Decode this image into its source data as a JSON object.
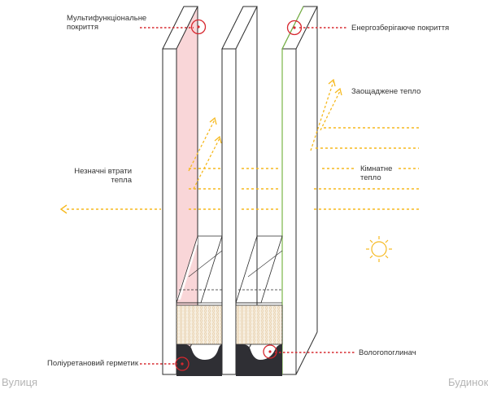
{
  "labels": {
    "multifunctional_coating": "Мультифункціональне\nпокриття",
    "energy_saving_coating": "Енергозберігаюче покриття",
    "saved_heat": "Заощаджене тепло",
    "minor_heat_loss": "Незначні втрати\nтепла",
    "room_heat": "Кімнатне тепло",
    "polyurethane_sealant": "Поліуретановий герметик",
    "desiccant": "Вологопоглинач"
  },
  "sides": {
    "outside": "Вулиця",
    "inside": "Будинок"
  },
  "colors": {
    "pink_coating": "#f9d6d8",
    "heat_arrow": "#f6b91f",
    "pointer_red": "#d7282f",
    "low_e_green": "#7ab648",
    "glass_outline": "#2b2b2b",
    "sealant": "#2f2f34",
    "desiccant_fill": "#f7efe1"
  },
  "icons": {
    "sun": "sun-icon"
  }
}
